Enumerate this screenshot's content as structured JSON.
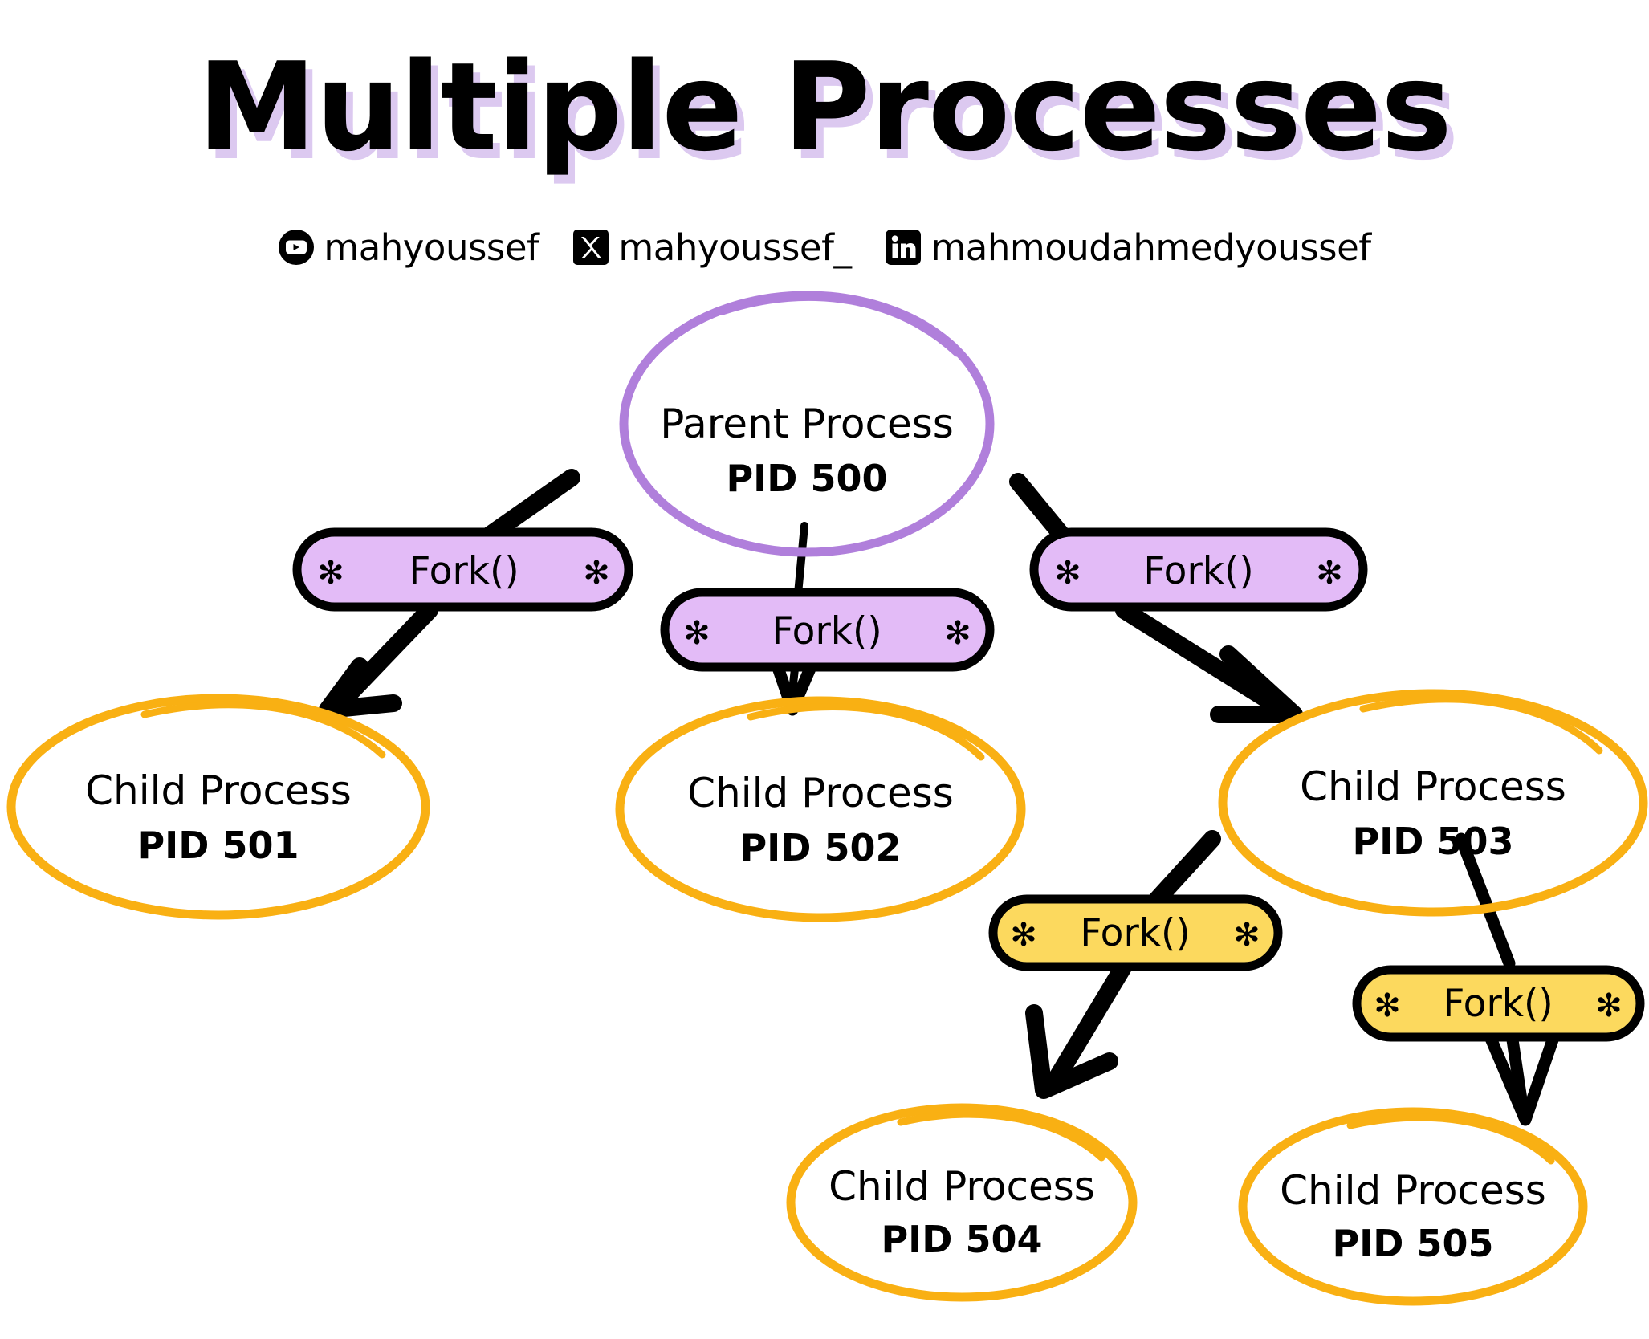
{
  "header": {
    "title": "Multiple Processes",
    "title_shadow_color": "#dcc9f0",
    "socials": [
      {
        "icon": "youtube-icon",
        "handle": "mahyoussef"
      },
      {
        "icon": "x-icon",
        "handle": "mahyoussef_"
      },
      {
        "icon": "linkedin-icon",
        "handle": "mahmoudahmedyoussef"
      }
    ]
  },
  "theme": {
    "parent_color": "#b07fdb",
    "child_color": "#f9b013",
    "pill_purple": "#e3bbf7",
    "pill_yellow": "#fcd95e",
    "stroke_color": "#000000",
    "background": "#ffffff"
  },
  "diagram": {
    "type": "process-tree",
    "nodes": [
      {
        "id": "p500",
        "role": "parent",
        "title": "Parent Process",
        "pid": "PID 500",
        "color": "#b07fdb"
      },
      {
        "id": "c501",
        "role": "child",
        "title": "Child Process",
        "pid": "PID 501",
        "color": "#f9b013"
      },
      {
        "id": "c502",
        "role": "child",
        "title": "Child Process",
        "pid": "PID 502",
        "color": "#f9b013"
      },
      {
        "id": "c503",
        "role": "child",
        "title": "Child Process",
        "pid": "PID 503",
        "color": "#f9b013"
      },
      {
        "id": "c504",
        "role": "child",
        "title": "Child Process",
        "pid": "PID 504",
        "color": "#f9b013"
      },
      {
        "id": "c505",
        "role": "child",
        "title": "Child Process",
        "pid": "PID 505",
        "color": "#f9b013"
      }
    ],
    "edges": [
      {
        "id": "e1",
        "from": "p500",
        "to": "c501",
        "label": "Fork()",
        "style": "purple"
      },
      {
        "id": "e2",
        "from": "p500",
        "to": "c502",
        "label": "Fork()",
        "style": "purple"
      },
      {
        "id": "e3",
        "from": "p500",
        "to": "c503",
        "label": "Fork()",
        "style": "purple"
      },
      {
        "id": "e4",
        "from": "c503",
        "to": "c504",
        "label": "Fork()",
        "style": "yellow"
      },
      {
        "id": "e5",
        "from": "c503",
        "to": "c505",
        "label": "Fork()",
        "style": "yellow"
      }
    ],
    "pill_star_glyph": "✻"
  }
}
